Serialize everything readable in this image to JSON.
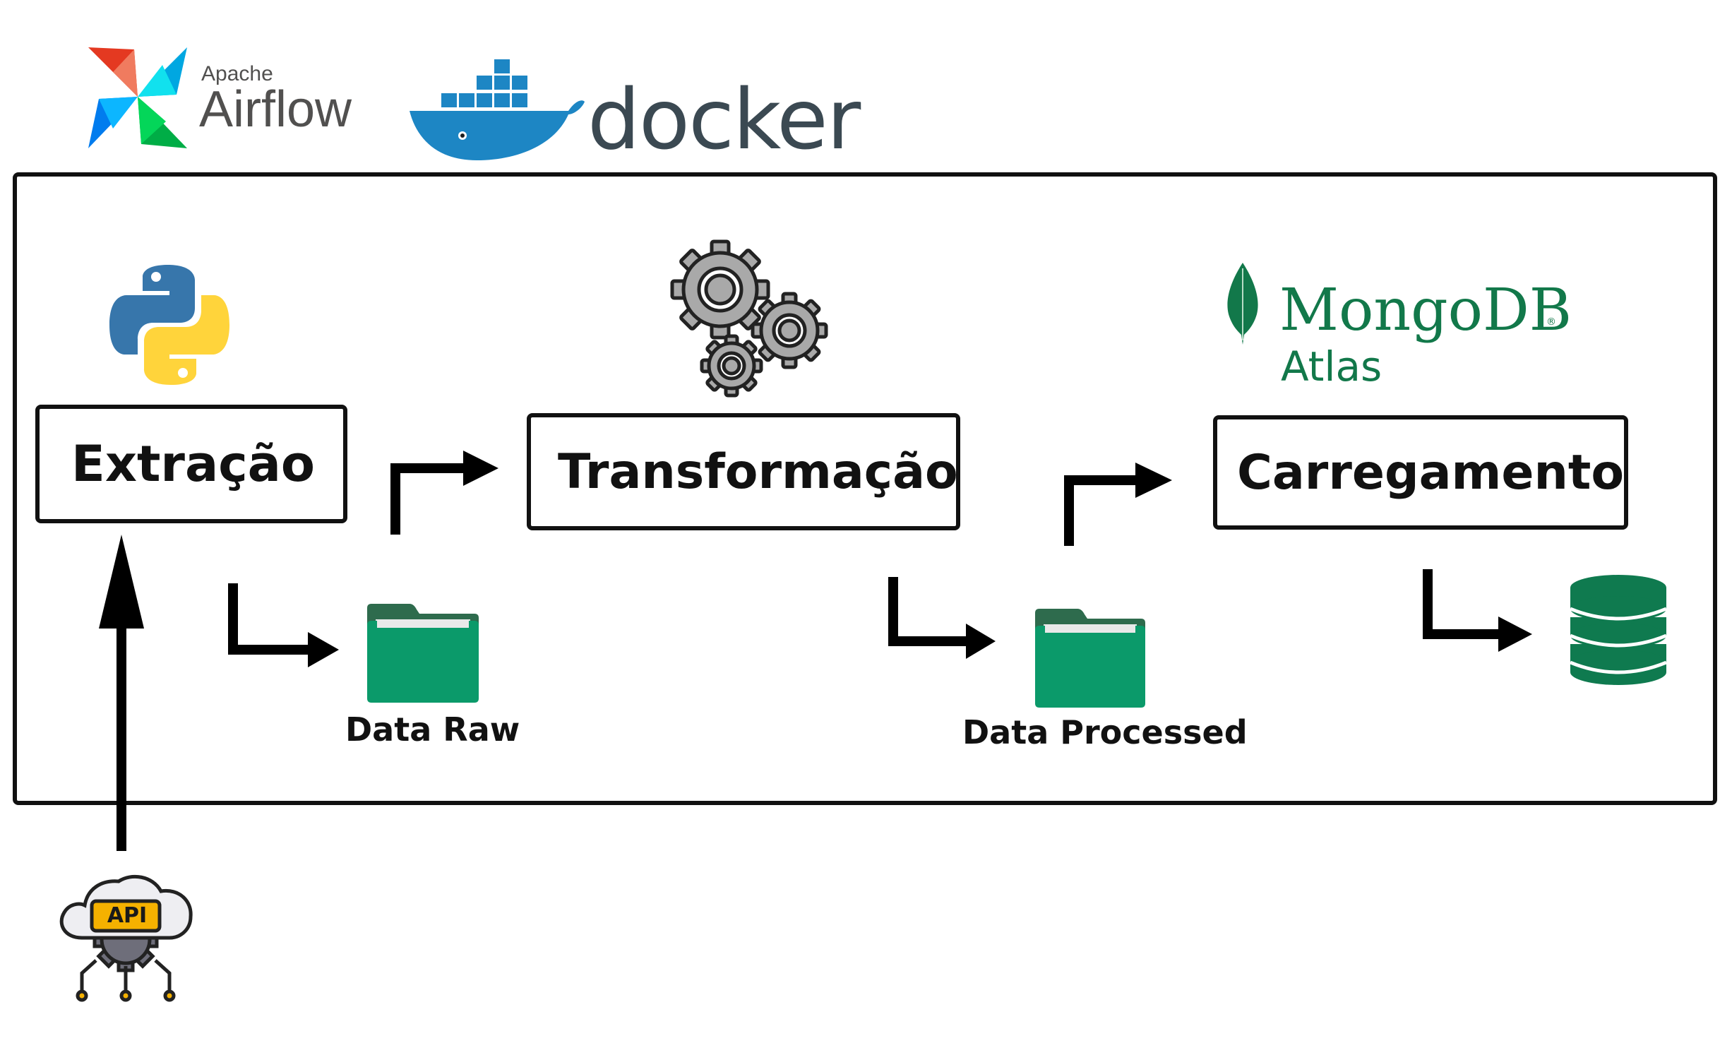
{
  "header": {
    "airflow": {
      "small": "Apache",
      "big": "Airflow"
    },
    "docker": {
      "name": "docker"
    }
  },
  "stages": {
    "extract": "Extração",
    "transform": "Transformação",
    "load": "Carregamento"
  },
  "storage": {
    "raw": "Data Raw",
    "processed": "Data Processed"
  },
  "mongodb": {
    "name": "MongoDB",
    "suffix": "Atlas",
    "reg": "®"
  },
  "api": {
    "badge": "API"
  },
  "colors": {
    "folder_green": "#0b9a6a",
    "folder_dark": "#2e6b4d",
    "db_green": "#0f7a4f",
    "mongo_green": "#12784a",
    "docker_blue": "#1d86c4",
    "docker_text": "#3b4952",
    "python_blue": "#3776ab",
    "python_yellow": "#ffd43b",
    "gear_gray": "#a9a9a9",
    "api_orange": "#f5b100"
  },
  "icons": [
    "airflow-logo",
    "docker-logo",
    "python-logo",
    "gears-icon",
    "mongodb-leaf-icon",
    "folder-icon",
    "database-icon",
    "api-cloud-icon",
    "arrow"
  ]
}
